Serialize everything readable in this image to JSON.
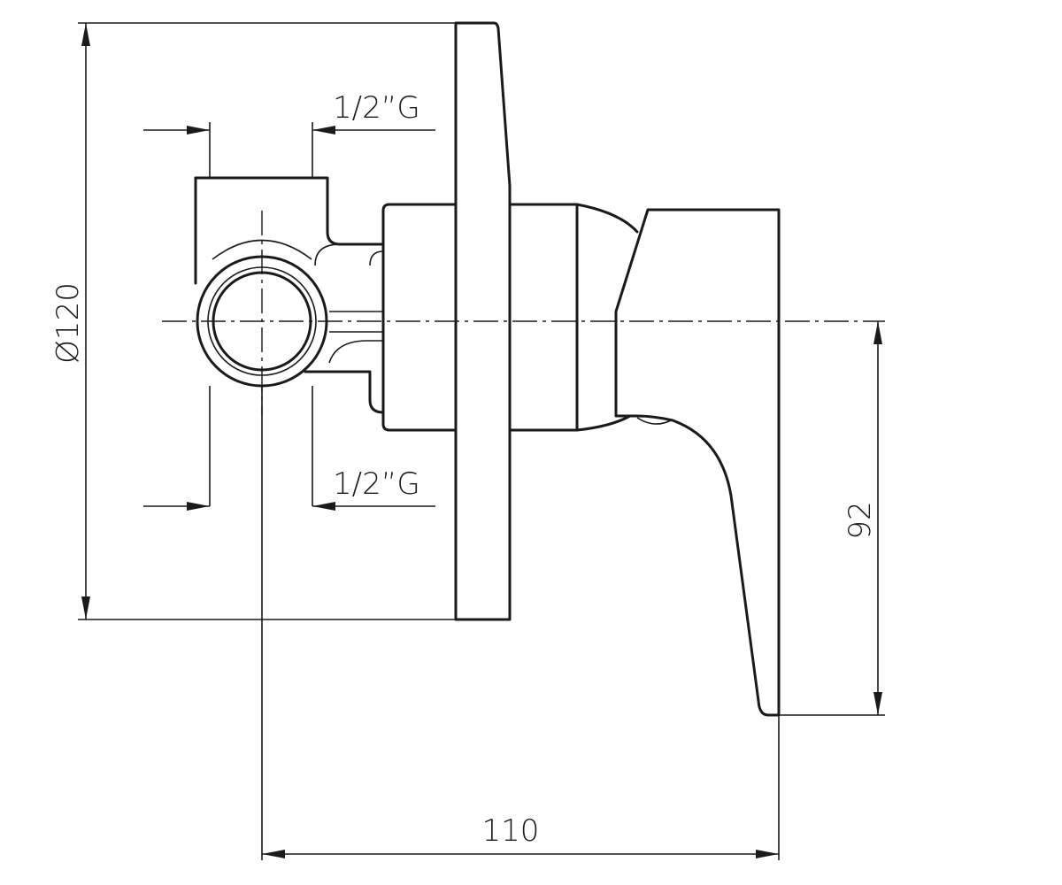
{
  "dimensions": {
    "diameter": "Ø120",
    "thread_top": "1/2”G",
    "thread_bottom": "1/2”G",
    "height_lever": "92",
    "depth": "110"
  }
}
